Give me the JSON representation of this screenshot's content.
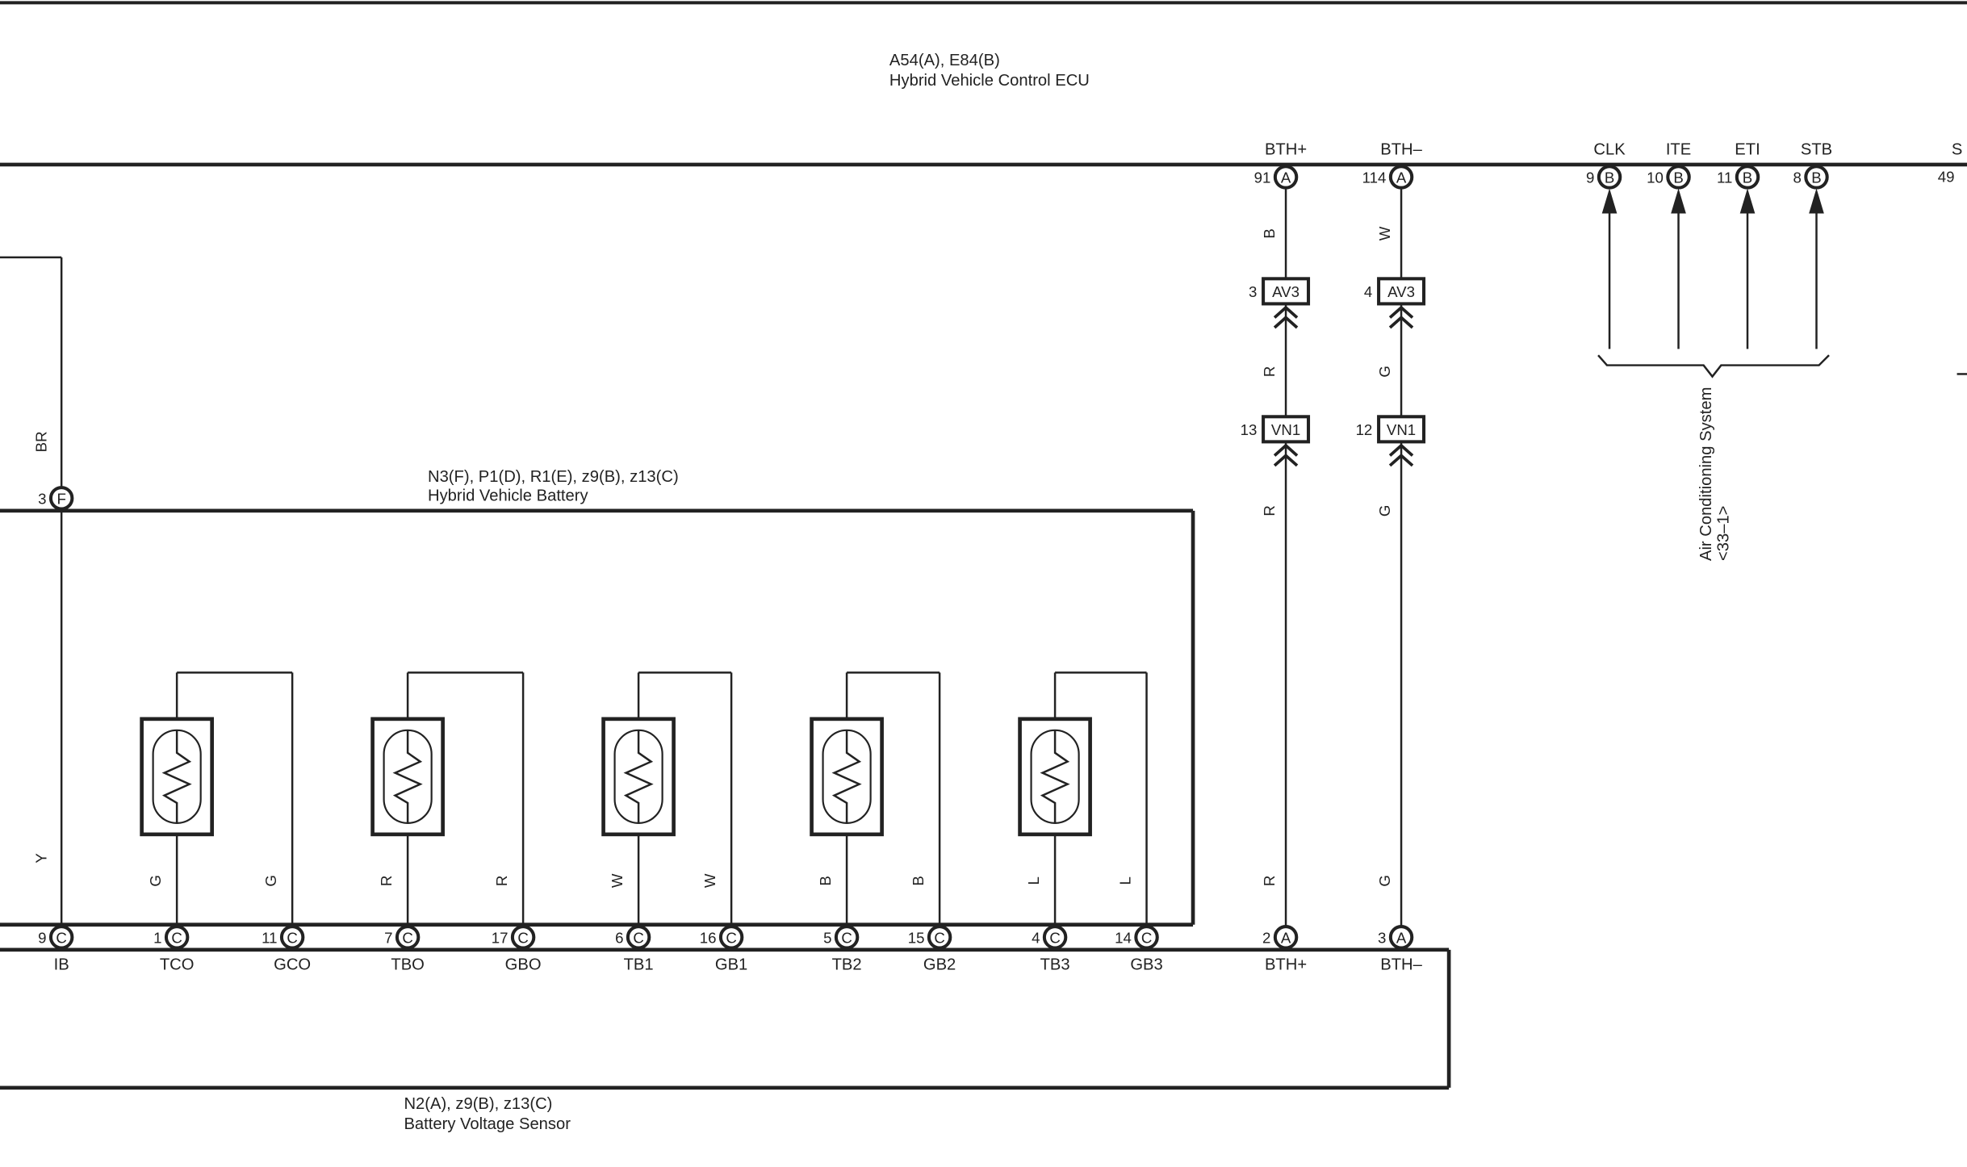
{
  "ecu": {
    "title": "A54(A), E84(B)",
    "subtitle": "Hybrid Vehicle Control ECU",
    "pins": [
      {
        "label": "BTH+",
        "num": "91",
        "conn": "A"
      },
      {
        "label": "BTH–",
        "num": "114",
        "conn": "A"
      },
      {
        "label": "CLK",
        "num": "9",
        "conn": "B"
      },
      {
        "label": "ITE",
        "num": "10",
        "conn": "B"
      },
      {
        "label": "ETI",
        "num": "11",
        "conn": "B"
      },
      {
        "label": "STB",
        "num": "8",
        "conn": "B"
      },
      {
        "label": "S",
        "num": "49",
        "conn": ""
      }
    ]
  },
  "bth_plus": {
    "wire_top": "B",
    "av3_num": "3",
    "av3": "AV3",
    "wire_mid": "R",
    "vn1_num": "13",
    "vn1": "VN1",
    "wire_low": "R",
    "wire_bottom": "R"
  },
  "bth_minus": {
    "wire_top": "W",
    "av3_num": "4",
    "av3": "AV3",
    "wire_mid": "G",
    "vn1_num": "12",
    "vn1": "VN1",
    "wire_low": "G",
    "wire_bottom": "G"
  },
  "ac": {
    "title": "Air Conditioning System",
    "ref": "<33–1>"
  },
  "battery": {
    "title": "N3(F), P1(D), R1(E), z9(B), z13(C)",
    "subtitle": "Hybrid Vehicle Battery",
    "pin_num": "3",
    "pin_conn": "F",
    "wire_top": "BR",
    "wire_bottom": "Y"
  },
  "sensor": {
    "title": "N2(A), z9(B), z13(C)",
    "subtitle": "Battery Voltage Sensor",
    "pins": [
      {
        "label": "IB",
        "num": "9",
        "conn": "C"
      },
      {
        "label": "TCO",
        "num": "1",
        "conn": "C"
      },
      {
        "label": "GCO",
        "num": "11",
        "conn": "C"
      },
      {
        "label": "TBO",
        "num": "7",
        "conn": "C"
      },
      {
        "label": "GBO",
        "num": "17",
        "conn": "C"
      },
      {
        "label": "TB1",
        "num": "6",
        "conn": "C"
      },
      {
        "label": "GB1",
        "num": "16",
        "conn": "C"
      },
      {
        "label": "TB2",
        "num": "5",
        "conn": "C"
      },
      {
        "label": "GB2",
        "num": "15",
        "conn": "C"
      },
      {
        "label": "TB3",
        "num": "4",
        "conn": "C"
      },
      {
        "label": "GB3",
        "num": "14",
        "conn": "C"
      },
      {
        "label": "BTH+",
        "num": "2",
        "conn": "A"
      },
      {
        "label": "BTH–",
        "num": "3",
        "conn": "A"
      }
    ]
  },
  "thermistors": [
    {
      "wire_a": "G",
      "wire_b": "G"
    },
    {
      "wire_a": "R",
      "wire_b": "R"
    },
    {
      "wire_a": "W",
      "wire_b": "W"
    },
    {
      "wire_a": "B",
      "wire_b": "B"
    },
    {
      "wire_a": "L",
      "wire_b": "L"
    }
  ],
  "colors": {
    "ink": "#222222",
    "background": "#ffffff"
  }
}
